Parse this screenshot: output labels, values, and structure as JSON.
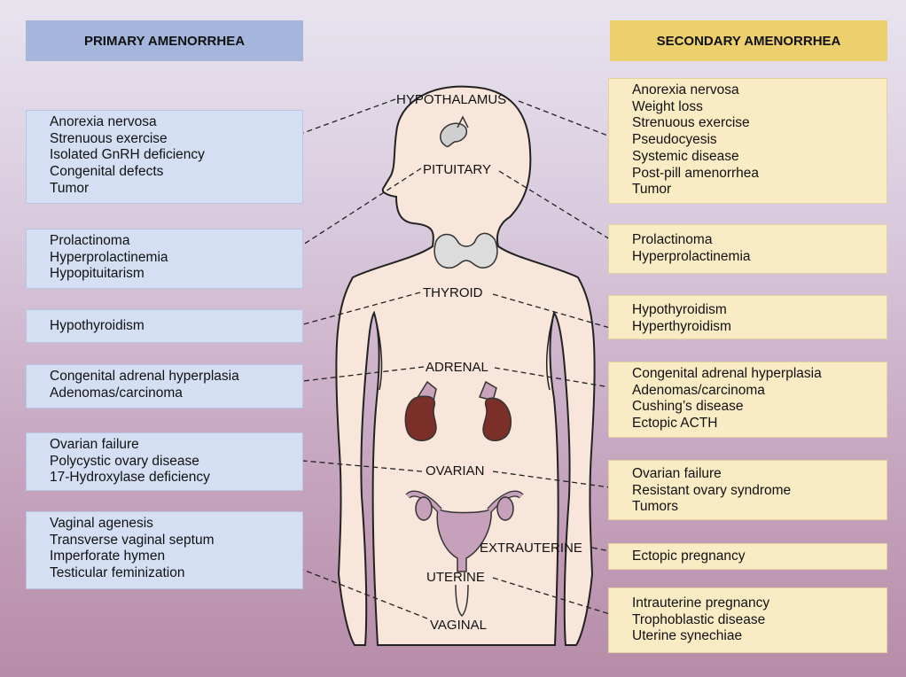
{
  "headers": {
    "primary": "PRIMARY AMENORRHEA",
    "secondary": "SECONDARY AMENORRHEA"
  },
  "organs": {
    "hypothalamus": "HYPOTHALAMUS",
    "pituitary": "PITUITARY",
    "thyroid": "THYROID",
    "adrenal": "ADRENAL",
    "ovarian": "OVARIAN",
    "extrauterine": "EXTRAUTERINE",
    "uterine": "UTERINE",
    "vaginal": "VAGINAL"
  },
  "primary": {
    "hypothalamus": [
      "Anorexia nervosa",
      "Strenuous exercise",
      "Isolated GnRH deficiency",
      "Congenital defects",
      "Tumor"
    ],
    "pituitary": [
      "Prolactinoma",
      "Hyperprolactinemia",
      "Hypopituitarism"
    ],
    "thyroid": [
      "Hypothyroidism"
    ],
    "adrenal": [
      "Congenital adrenal hyperplasia",
      "Adenomas/carcinoma"
    ],
    "ovarian": [
      "Ovarian failure",
      "Polycystic ovary disease",
      "17-Hydroxylase deficiency"
    ],
    "vaginal": [
      "Vaginal agenesis",
      "Transverse vaginal septum",
      "Imperforate hymen",
      "Testicular feminization"
    ]
  },
  "secondary": {
    "hypothalamus": [
      "Anorexia nervosa",
      "Weight loss",
      "Strenuous exercise",
      "Pseudocyesis",
      "Systemic disease",
      "Post-pill amenorrhea",
      "Tumor"
    ],
    "pituitary": [
      "Prolactinoma",
      "Hyperprolactinemia"
    ],
    "thyroid": [
      "Hypothyroidism",
      "Hyperthyroidism"
    ],
    "adrenal": [
      "Congenital adrenal hyperplasia",
      "Adenomas/carcinoma",
      "Cushing’s disease",
      "Ectopic ACTH"
    ],
    "ovarian": [
      "Ovarian failure",
      "Resistant ovary syndrome",
      "Tumors"
    ],
    "extrauterine": [
      "Ectopic pregnancy"
    ],
    "uterine": [
      "Intrauterine pregnancy",
      "Trophoblastic disease",
      "Uterine synechiae"
    ]
  }
}
